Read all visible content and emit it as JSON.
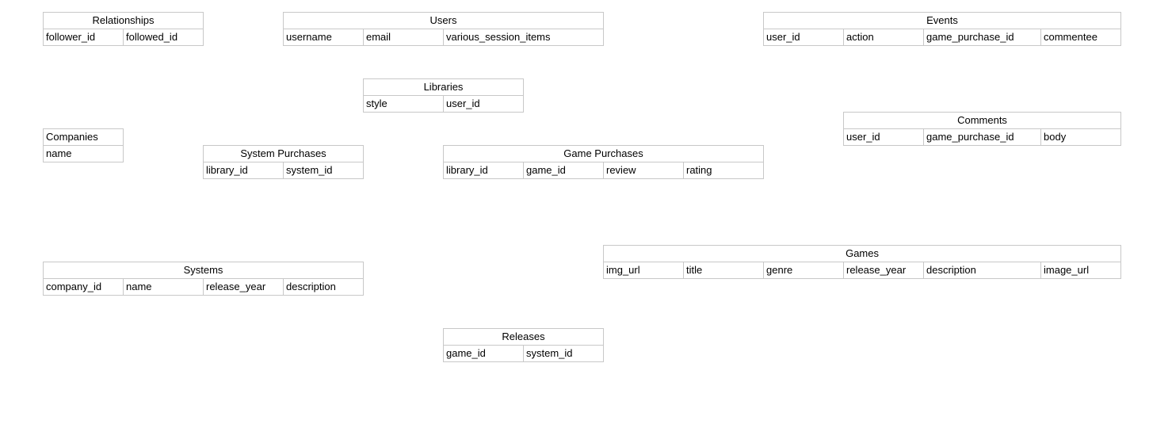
{
  "tables": [
    {
      "key": "relationships",
      "title": "Relationships",
      "fields": [
        "follower_id",
        "followed_id"
      ]
    },
    {
      "key": "users",
      "title": "Users",
      "fields": [
        "username",
        "email",
        "various_session_items"
      ]
    },
    {
      "key": "events",
      "title": "Events",
      "fields": [
        "user_id",
        "action",
        "game_purchase_id",
        "commentee"
      ]
    },
    {
      "key": "libraries",
      "title": "Libraries",
      "fields": [
        "style",
        "user_id"
      ]
    },
    {
      "key": "comments",
      "title": "Comments",
      "fields": [
        "user_id",
        "game_purchase_id",
        "body"
      ]
    },
    {
      "key": "companies",
      "title": "Companies",
      "fields": [
        "name"
      ]
    },
    {
      "key": "system-purchases",
      "title": "System Purchases",
      "fields": [
        "library_id",
        "system_id"
      ]
    },
    {
      "key": "game-purchases",
      "title": "Game Purchases",
      "fields": [
        "library_id",
        "game_id",
        "review",
        "rating"
      ]
    },
    {
      "key": "games",
      "title": "Games",
      "fields": [
        "img_url",
        "title",
        "genre",
        "release_year",
        "description",
        "image_url"
      ]
    },
    {
      "key": "systems",
      "title": "Systems",
      "fields": [
        "company_id",
        "name",
        "release_year",
        "description"
      ]
    },
    {
      "key": "releases",
      "title": "Releases",
      "fields": [
        "game_id",
        "system_id"
      ]
    }
  ]
}
